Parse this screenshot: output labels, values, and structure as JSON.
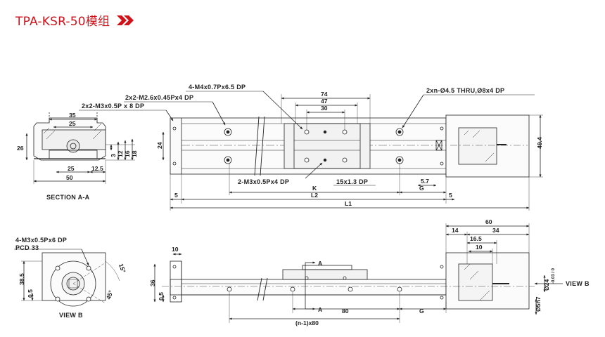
{
  "header": {
    "title": "TPA-KSR-50模组",
    "accent": "#d0121b",
    "icon": "double-chevron-right-icon"
  },
  "section_a": {
    "label": "SECTION A-A",
    "dims": {
      "w35": "35",
      "w25top": "25",
      "h26": "26",
      "h3": "3",
      "h12": "12",
      "h16": "16",
      "h18": "18",
      "w25": "25",
      "w12_5": "12.5",
      "w50": "50"
    }
  },
  "top_view": {
    "notes": {
      "m3_8dp": "2x2-M3x0.5P x 8 DP",
      "m26": "2x2-M2.6x0.45Px4 DP",
      "m4": "4-M4x0.7Px6.5 DP",
      "thru": "2xn-Ø4.5 THRU,Ø8x4 DP",
      "m3_4dp": "2-M3x0.5Px4 DP",
      "pitch": "15x1.3 DP"
    },
    "dims": {
      "d74": "74",
      "d47": "47",
      "d30": "30",
      "h24": "24",
      "h49_4": "49.4",
      "d5_7": "5.7",
      "k": "K",
      "g": "G",
      "l2": "L2",
      "l1": "L1",
      "five_l": "5",
      "five_r": "5"
    }
  },
  "view_b": {
    "label": "VIEW B",
    "note": "4-M3x0.5Px6 DP",
    "pcd": "PCD 33",
    "dims": {
      "h38_5": "38.5",
      "h0_5": "0.5",
      "a15": "15°",
      "a45": "45°"
    }
  },
  "front_view": {
    "dims": {
      "d10": "10",
      "h36": "36",
      "h0_5": "0.5",
      "d80": "80",
      "g": "G",
      "pitch": "(n-1)x80",
      "sec_top": "A",
      "sec_bot": "A"
    }
  },
  "motor_view": {
    "label": "VIEW B",
    "dims": {
      "d60": "60",
      "d14": "14",
      "d34": "34",
      "d16_5": "16.5",
      "d10": "10",
      "dia24": "Ø24",
      "tol": "-0.03 / 0",
      "dia5": "Ø5h7"
    }
  }
}
